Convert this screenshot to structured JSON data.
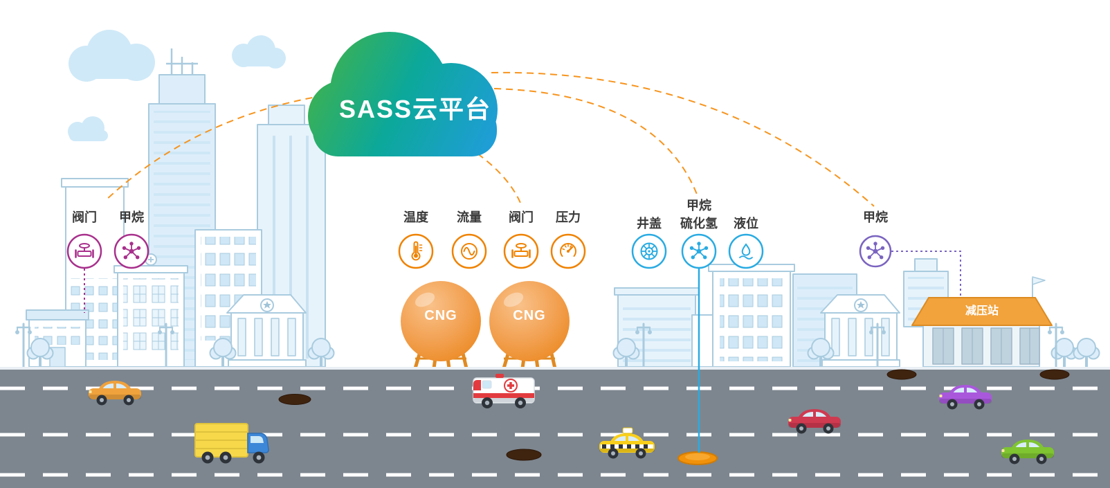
{
  "cloud_platform": {
    "label": "SASS云平台"
  },
  "sensor_groups": [
    {
      "id": "building-sensors",
      "color": "#a8308c",
      "sensors": [
        {
          "label": "阀门",
          "icon": "valve-icon"
        },
        {
          "label": "甲烷",
          "icon": "methane-molecule-icon"
        }
      ]
    },
    {
      "id": "cng-tank-sensors",
      "color": "#ef8200",
      "sensors": [
        {
          "label": "温度",
          "icon": "thermometer-icon"
        },
        {
          "label": "流量",
          "icon": "flow-meter-icon"
        },
        {
          "label": "阀门",
          "icon": "valve-icon"
        },
        {
          "label": "压力",
          "icon": "pressure-gauge-icon"
        }
      ]
    },
    {
      "id": "manhole-sensors",
      "color": "#29abe2",
      "sensors": [
        {
          "label": "井盖",
          "icon": "manhole-cover-icon"
        },
        {
          "label": "甲烷",
          "label_line2": "硫化氢",
          "icon": "methane-molecule-icon"
        },
        {
          "label": "液位",
          "icon": "liquid-level-icon"
        }
      ]
    },
    {
      "id": "station-sensors",
      "color": "#7a64c0",
      "sensors": [
        {
          "label": "甲烷",
          "icon": "methane-molecule-icon"
        }
      ]
    }
  ],
  "labels": {
    "cng_tank_1": "CNG",
    "cng_tank_2": "CNG",
    "pressure_station": "减压站"
  },
  "colors": {
    "link_orange": "#f7941d",
    "sensor_magenta": "#a8308c",
    "sensor_orange": "#ef8200",
    "sensor_blue": "#29abe2",
    "sensor_purple": "#7a64c0",
    "cloud_gradient_start": "#41b24a",
    "cloud_gradient_end": "#209ddb",
    "tank_orange": "#f2a050",
    "road_gray": "#7d868f",
    "skyline_blue": "#a9cbdf"
  }
}
